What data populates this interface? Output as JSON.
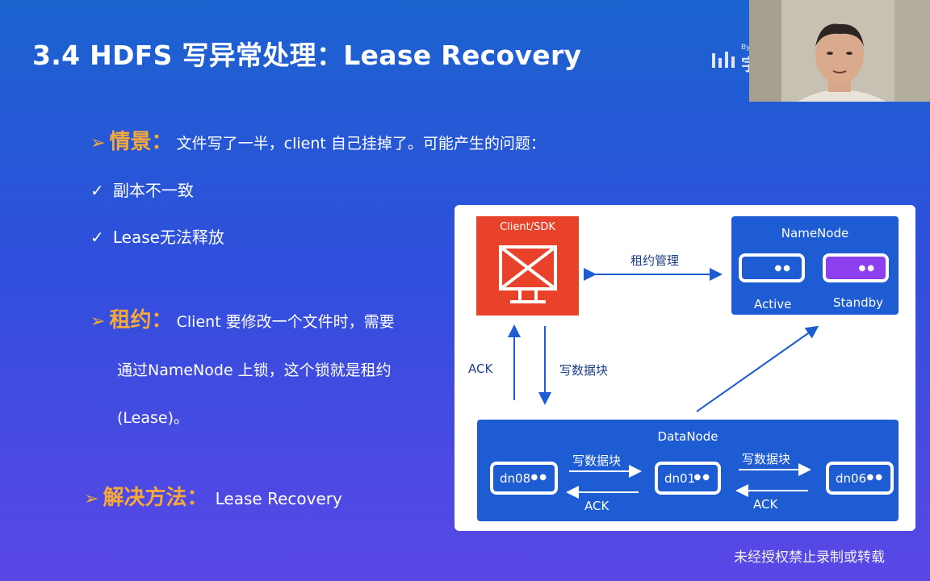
{
  "slide": {
    "title": "3.4 HDFS 写异常处理：Lease Recovery",
    "logo": {
      "by_text": "By",
      "mark_char": "字"
    }
  },
  "scenario": {
    "marker": "➢",
    "heading": "情景：",
    "text": "文件写了一半，client 自己挂掉了。可能产生的问题：",
    "issues": [
      {
        "check": "✓",
        "text": "副本不一致"
      },
      {
        "check": "✓",
        "text": "Lease无法释放"
      }
    ]
  },
  "lease": {
    "marker": "➢",
    "heading": "租约：",
    "line1": "Client 要修改一个文件时，需要",
    "line2": "通过NameNode 上锁，这个锁就是租约",
    "line3": "(Lease)。"
  },
  "solution": {
    "marker": "➢",
    "heading": "解决方法：",
    "text": "Lease Recovery"
  },
  "diagram": {
    "client_label": "Client/SDK",
    "lease_mgmt_label": "租约管理",
    "ack_label": "ACK",
    "write_block_label": "写数据块",
    "namenode": {
      "title": "NameNode",
      "active_label": "Active",
      "standby_label": "Standby"
    },
    "datanode": {
      "title": "DataNode",
      "nodes": [
        "dn08",
        "dn01",
        "dn06"
      ],
      "write_label_1": "写数据块",
      "write_label_2": "写数据块",
      "ack_label_1": "ACK",
      "ack_label_2": "ACK"
    },
    "colors": {
      "client": "#e9422a",
      "node_blue": "#1d5cd2",
      "standby_purple": "#8e3ff0",
      "arrow": "#1d5cd2"
    }
  },
  "watermark": "未经授权禁止录制或转载"
}
